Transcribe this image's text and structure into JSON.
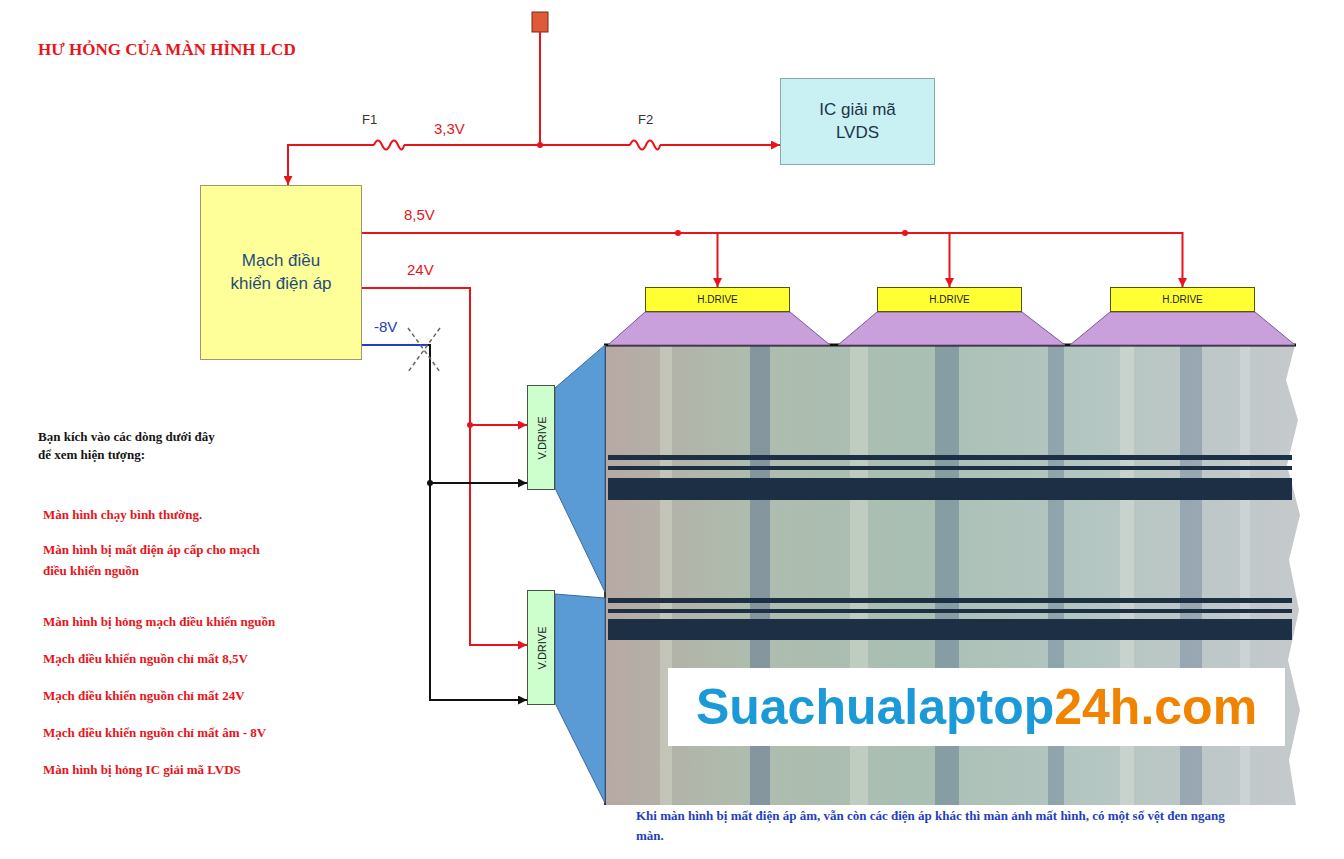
{
  "diagram": {
    "title": "HƯ HỎNG CỦA MÀN HÌNH LCD",
    "caption": "Khi màn hình bị mất điện áp âm, vẫn còn các điện áp khác thì màn ảnh mất hình, có một số vệt đen ngang màn.",
    "nodes": [
      {
        "text": [
          "Mạch điều khiển điện áp"
        ]
      },
      {
        "text": [
          "IC giải mã LVDS"
        ]
      },
      {
        "text": [
          "H.DRIVE"
        ]
      },
      {
        "text": [
          "H.DRIVE"
        ]
      },
      {
        "text": [
          "H.DRIVE"
        ]
      },
      {
        "text": [
          "V.DRIVE"
        ]
      },
      {
        "text": [
          "V.DRIVE"
        ]
      }
    ],
    "edges": [
      {
        "from": 0,
        "to": 1,
        "arrow": "both",
        "label": "3,3V"
      },
      {
        "from": 0,
        "to": 2,
        "arrow": "to",
        "label": "8,5V"
      },
      {
        "from": 0,
        "to": 3,
        "arrow": "to"
      },
      {
        "from": 0,
        "to": 4,
        "arrow": "to"
      },
      {
        "from": 0,
        "to": 5,
        "arrow": "to",
        "label": "24V"
      },
      {
        "from": 0,
        "to": 6,
        "arrow": "to"
      },
      {
        "from": 0,
        "to": 5,
        "arrow": "to",
        "label": "-8V"
      },
      {
        "from": 0,
        "to": 6,
        "arrow": "to"
      }
    ],
    "labels": [
      "F1",
      "F2",
      "Bạn kích vào các dòng dưới đây để xem hiện tượng:",
      "Màn hình chạy bình thường.",
      "Màn hình bị mất điện áp cấp cho mạch điều khiển nguồn",
      "Màn hình bị hỏng mạch điều khiển nguồn",
      "Mạch điều khiển nguồn chỉ mất 8,5V",
      "Mạch điều khiển nguồn chỉ mất 24V",
      "Mạch điều khiển nguồn chỉ mất âm - 8V",
      "Màn hình bị hỏng IC giải mã LVDS",
      "Suachualaptop",
      "24h.com"
    ]
  }
}
